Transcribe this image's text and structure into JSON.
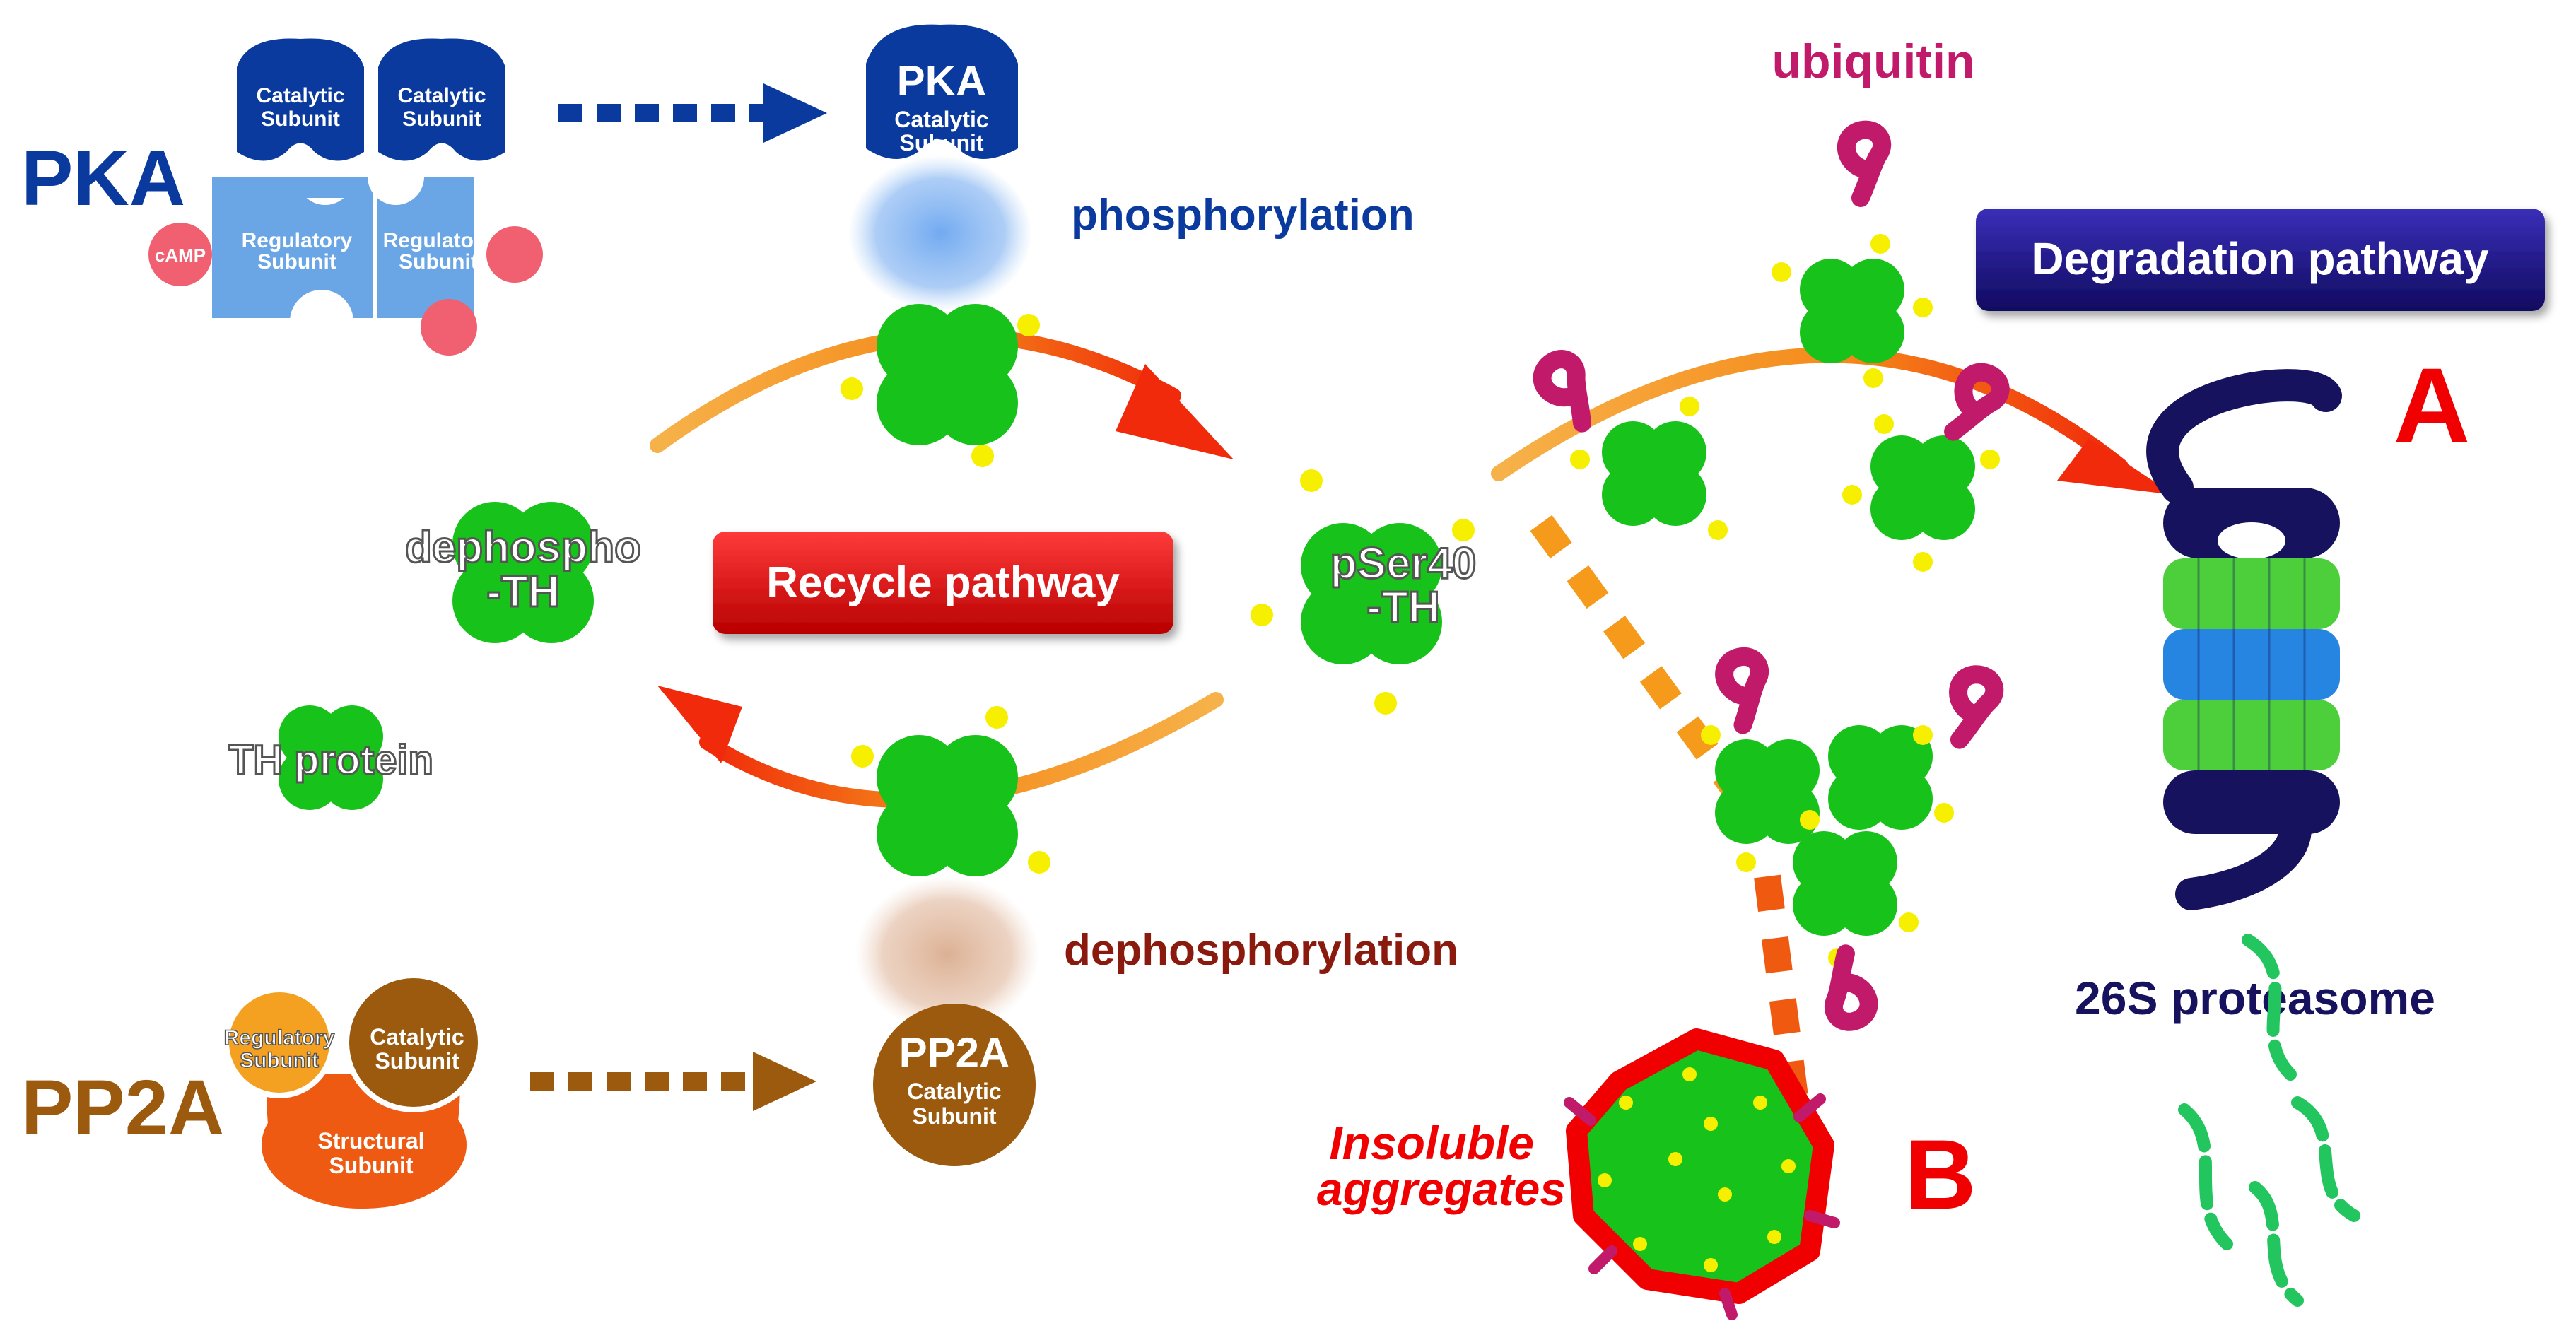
{
  "pka": {
    "title": "PKA",
    "catalytic_label_1": "Catalytic",
    "catalytic_label_2": "Subunit",
    "regulatory_label_1": "Regulatory",
    "regulatory_label_2": "Subunit",
    "camp_label": "cAMP",
    "free_title": "PKA",
    "free_label_1": "Catalytic",
    "free_label_2": "Subunit"
  },
  "pp2a": {
    "title": "PP2A",
    "regulatory_label_1": "Regulatory",
    "regulatory_label_2": "Subunit",
    "catalytic_label_1": "Catalytic",
    "catalytic_label_2": "Subunit",
    "structural_label_1": "Structural",
    "structural_label_2": "Subunit",
    "free_title": "PP2A",
    "free_label_1": "Catalytic",
    "free_label_2": "Subunit"
  },
  "labels": {
    "phosphorylation": "phosphorylation",
    "dephosphorylation": "dephosphorylation",
    "ubiquitin": "ubiquitin",
    "dephospho_1": "dephospho",
    "dephospho_2": "-TH",
    "pser40_1": "pSer40",
    "pser40_2": "-TH",
    "th_protein": "TH protein",
    "proteasome": "26S proteasome",
    "insoluble_1": "Insoluble",
    "insoluble_2": "aggregates",
    "route_a": "A",
    "route_b": "B"
  },
  "pathways": {
    "recycle": "Recycle pathway",
    "degradation": "Degradation pathway"
  },
  "colors": {
    "pka_blue": "#0a3a9e",
    "pka_light": "#6aa6e6",
    "pp2a_brown": "#9b5a0e",
    "pp2a_orange": "#ef5a12",
    "th_green": "#17c21a",
    "phospho_yellow": "#f6f000",
    "ubiquitin_magenta": "#c21a6a",
    "recycle_red": "#d40000",
    "degradation_navy": "#16107a",
    "proteasome_navy": "#16125e",
    "proteasome_green": "#4ccf3a",
    "proteasome_blue": "#2585e0",
    "letter_red": "#f00000"
  }
}
